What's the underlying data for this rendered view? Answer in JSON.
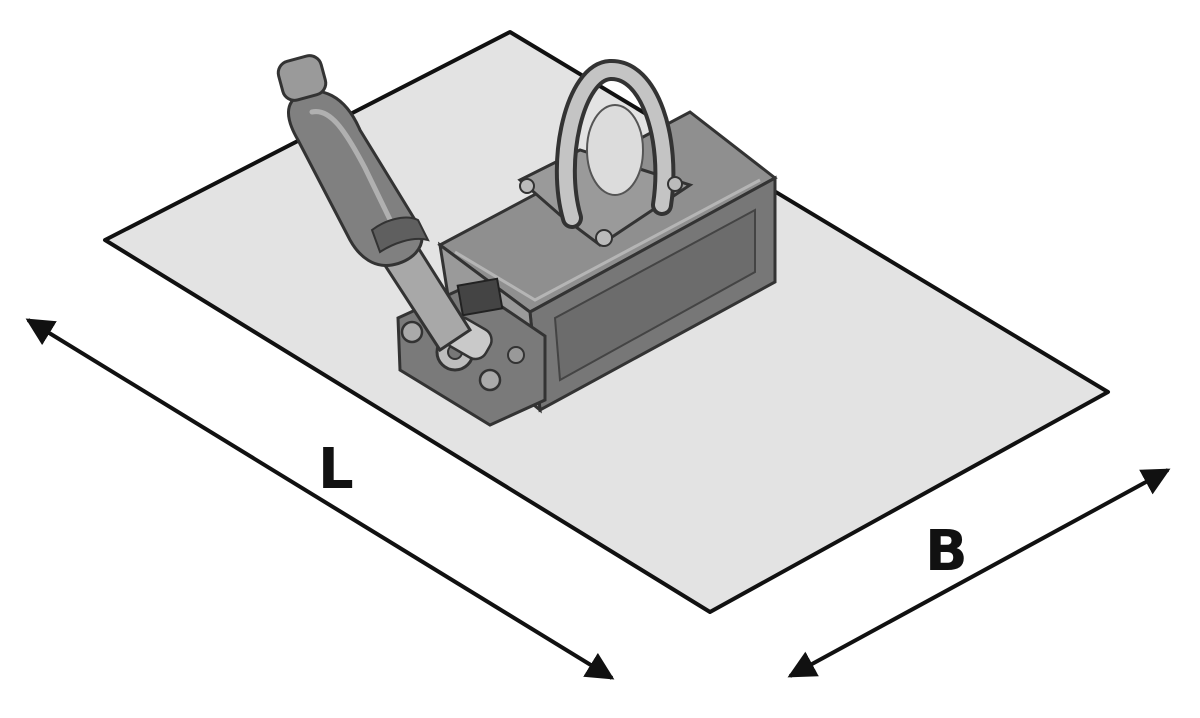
{
  "diagram": {
    "dimensions": {
      "length_label": "L",
      "width_label": "B"
    },
    "colors": {
      "plate_fill": "#e3e3e3",
      "outline": "#111111",
      "body_dark": "#6a6a6a",
      "body_mid": "#8c8c8c",
      "body_light": "#b9b9b9"
    },
    "parts": [
      "steel-plate",
      "lifting-magnet",
      "lifting-eye",
      "handle-lever"
    ]
  }
}
